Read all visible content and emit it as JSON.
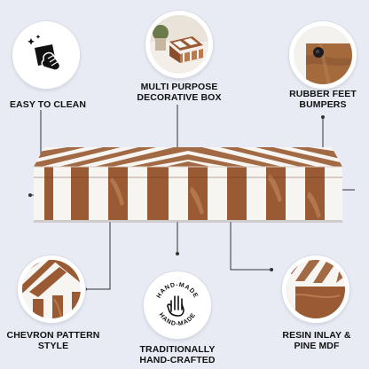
{
  "features": [
    {
      "id": "easy-to-clean",
      "lines": [
        "EASY TO CLEAN"
      ],
      "icon": "cleaning-cloth-hand-icon"
    },
    {
      "id": "multi-purpose",
      "lines": [
        "MULTI PURPOSE",
        "DECORATIVE BOX"
      ],
      "icon": "open-box-photo"
    },
    {
      "id": "rubber-feet",
      "lines": [
        "RUBBER FEET",
        "BUMPERS"
      ],
      "icon": "rubber-foot-photo"
    },
    {
      "id": "chevron-pattern",
      "lines": [
        "CHEVRON PATTERN",
        "STYLE"
      ],
      "icon": "chevron-closeup-photo"
    },
    {
      "id": "hand-crafted",
      "lines": [
        "TRADITIONALLY",
        "HAND-CRAFTED"
      ],
      "icon": "hand-made-stamp-icon"
    },
    {
      "id": "resin-inlay",
      "lines": [
        "RESIN INLAY &",
        "PINE MDF"
      ],
      "icon": "resin-edge-closeup-photo"
    }
  ],
  "stamp": {
    "top_text": "HAND-MADE",
    "bottom_text": "HAND-MADE"
  },
  "colors": {
    "background": "#e8ebf4",
    "resin_brown": "#9a5a33",
    "resin_light": "#b87a4e",
    "inlay_white": "#f7f5f2",
    "text": "#111111"
  }
}
